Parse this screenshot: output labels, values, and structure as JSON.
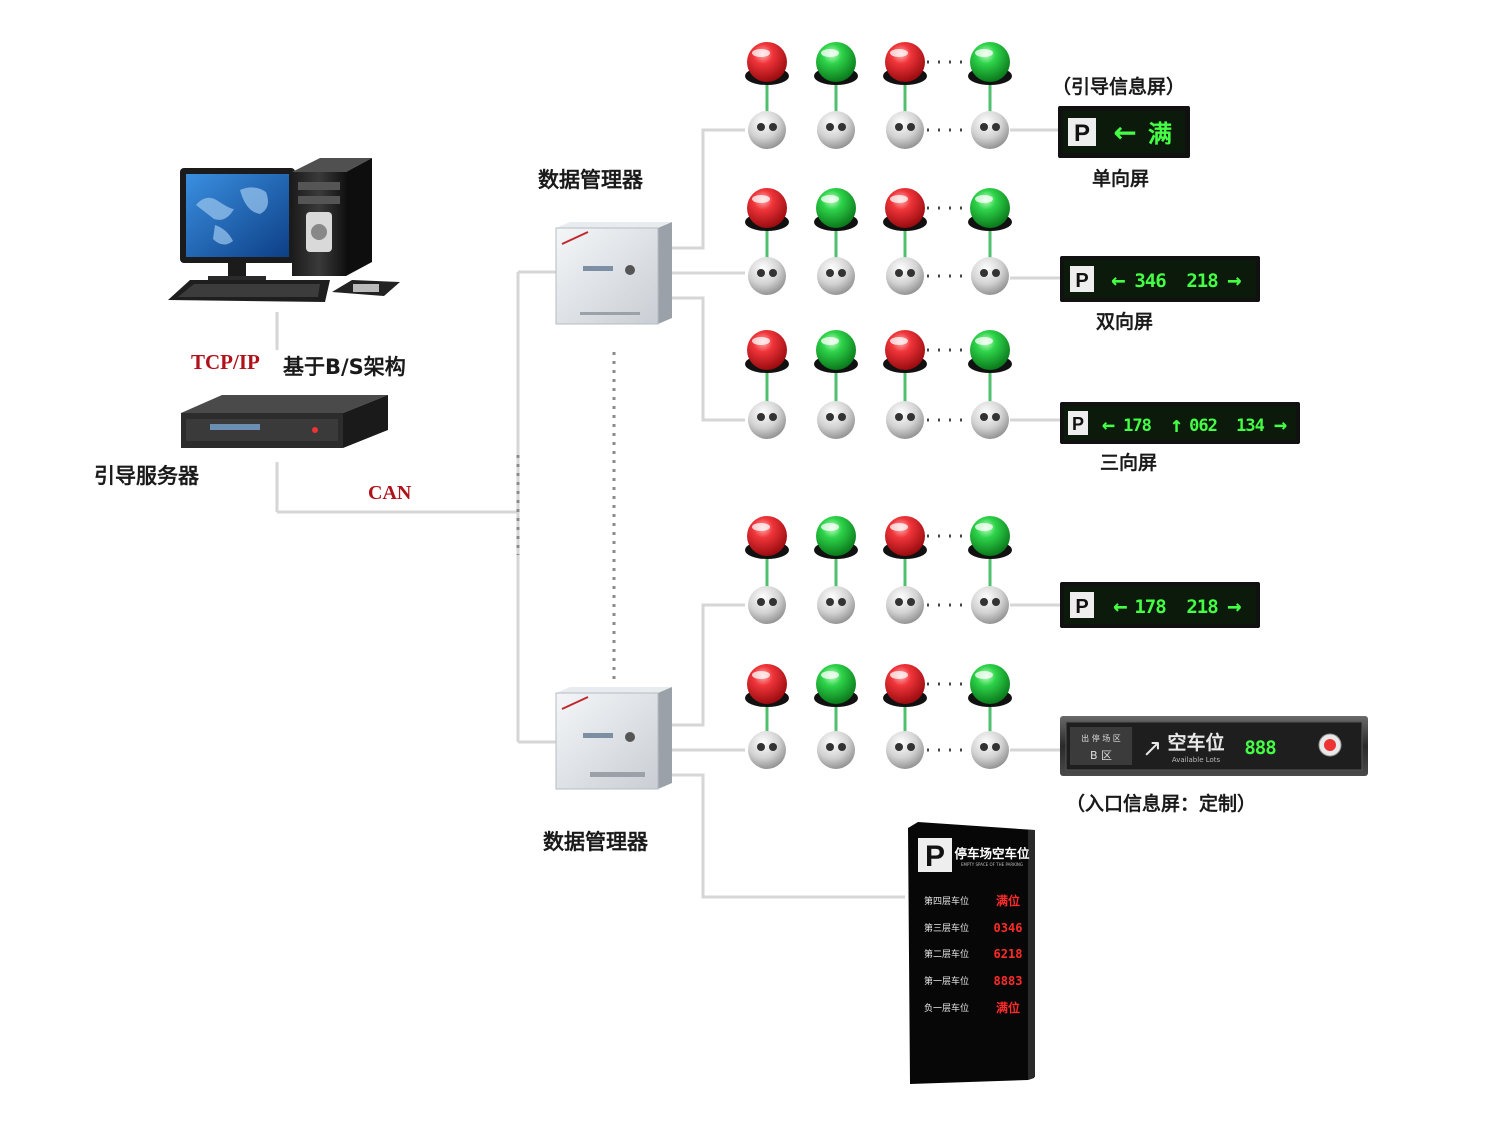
{
  "labels": {
    "protocol_tcp": "TCP/IP",
    "protocol_bs": "基于B/S架构",
    "guide_server": "引导服务器",
    "can_bus": "CAN",
    "data_manager_top": "数据管理器",
    "data_manager_bottom": "数据管理器",
    "guide_info_screen": "（引导信息屏）",
    "single_screen": "单向屏",
    "double_screen": "双向屏",
    "triple_screen": "三向屏",
    "entrance_screen": "（入口信息屏：定制）"
  },
  "screens": {
    "single": {
      "p": "P",
      "arrow": "←",
      "text": "满"
    },
    "double": {
      "p": "P",
      "left_arrow": "←",
      "left_value": "346",
      "right_value": "218",
      "right_arrow": "→"
    },
    "triple": {
      "p": "P",
      "left_arrow": "←",
      "left_value": "178",
      "up_arrow": "↑",
      "up_value": "062",
      "right_value": "134",
      "right_arrow": "→"
    },
    "double2": {
      "p": "P",
      "left_arrow": "←",
      "left_value": "178",
      "right_value": "218",
      "right_arrow": "→"
    },
    "entrance": {
      "row1": "出 停 场 区",
      "row2": "B 区",
      "arrow": "↗",
      "title": "空车位",
      "subtitle": "Available Lots",
      "count": "888"
    }
  },
  "signboard": {
    "p": "P",
    "title": "停车场空车位",
    "subtitle": "EMPTY SPACE OF THE PARKING",
    "rows": [
      {
        "label": "第四层车位",
        "value": "满位"
      },
      {
        "label": "第三层车位",
        "value": "0346"
      },
      {
        "label": "第二层车位",
        "value": "6218"
      },
      {
        "label": "第一层车位",
        "value": "8883"
      },
      {
        "label": "负一层车位",
        "value": "满位"
      }
    ]
  },
  "sensor_rows": [
    {
      "lights": [
        "red",
        "green",
        "red",
        "green"
      ]
    },
    {
      "lights": [
        "red",
        "green",
        "red",
        "green"
      ]
    },
    {
      "lights": [
        "red",
        "green",
        "red",
        "green"
      ]
    },
    {
      "lights": [
        "red",
        "green",
        "red",
        "green"
      ]
    },
    {
      "lights": [
        "red",
        "green",
        "red",
        "green"
      ]
    }
  ],
  "colors": {
    "line": "#d6d6d6",
    "red_light": "#e0242c",
    "green_light": "#22c23a",
    "label_red": "#b0121b",
    "led_green": "#45ff45",
    "led_red": "#ff2a2a"
  }
}
